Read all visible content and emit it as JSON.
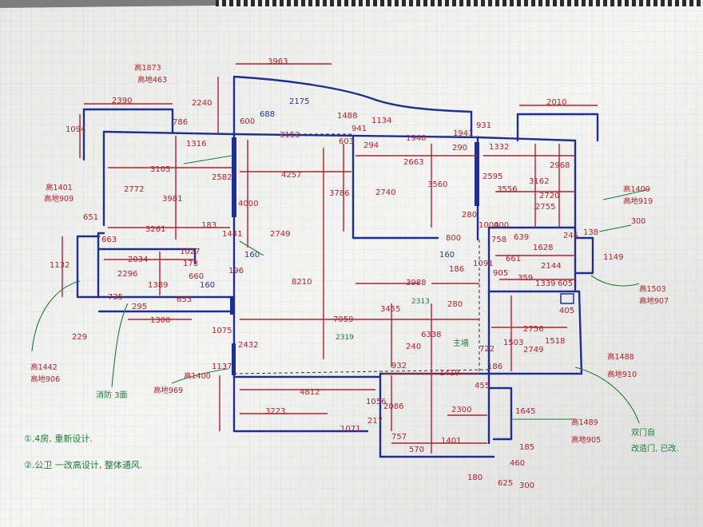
{
  "colors": {
    "wall": "#1f2f8f",
    "dim_red": "#b3202a",
    "dim_blue": "#24349a",
    "green": "#1f7a3a",
    "paper": "#f4f5f3",
    "grid": "#d6dbe0"
  },
  "top": {
    "d3963": "3963",
    "d2390": "2390",
    "d2010": "2010",
    "d2175": "2175",
    "gao1873": "高1873",
    "ditai463": "高地463"
  },
  "dims": {
    "d1094": "1094",
    "d786": "786",
    "d2240": "2240",
    "d600": "600",
    "d688": "688",
    "d1488": "1488",
    "d1134": "1134",
    "d941": "941",
    "d1940": "1940",
    "d1941": "1941",
    "d931": "931",
    "d3153": "3153",
    "d3105": "3105",
    "d1316": "1316",
    "d603": "603",
    "d294": "294",
    "d290": "290",
    "d1332": "1332",
    "d2968": "2968",
    "d2582": "2582",
    "d2663": "2663",
    "d2595": "2595",
    "d3162": "3162",
    "d3556": "3556",
    "d2772": "2772",
    "d4257": "4257",
    "d2740": "2740",
    "d3560": "3560",
    "d2720": "2720",
    "d2755": "2755",
    "d3981": "3981",
    "d4000": "4000",
    "d3786": "3786",
    "d280": "280",
    "d651": "651",
    "d3261": "3261",
    "d183": "183",
    "d1441": "1441",
    "d2749": "2749",
    "d800": "800",
    "d1000": "1000",
    "d400": "400",
    "d639": "639",
    "d245": "245",
    "d138": "138",
    "d663": "663",
    "d1027": "1027",
    "d758": "758",
    "d1628": "1628",
    "d2034": "2034",
    "d173": "173",
    "d160a": "160",
    "d160b": "160",
    "d661": "661",
    "d2144": "2144",
    "d1091": "1091",
    "d2296": "2296",
    "d660": "660",
    "d196": "196",
    "d186": "186",
    "d905": "905",
    "d359": "359",
    "d1339": "1339",
    "d605": "605",
    "d1389": "1389",
    "d160c": "160",
    "d8210": "8210",
    "d3988": "3988",
    "d653": "653",
    "d735": "735",
    "d295": "295",
    "d3455": "3455",
    "d2313": "2313",
    "d280b": "280",
    "d405": "405",
    "d1300": "1300",
    "d7059": "7059",
    "d6338": "6338",
    "d2756": "2756",
    "d1075": "1075",
    "d1503": "1503",
    "d1518": "1518",
    "d2749b": "2749",
    "d2319": "2319",
    "d240": "240",
    "d722": "722",
    "d2432": "2432",
    "d932": "932",
    "d1419": "1419",
    "d186b": "186",
    "d1137": "1137",
    "d455": "455",
    "d4812": "4812",
    "d1056": "1056",
    "d2086": "2086",
    "d2300": "2300",
    "d3223": "3223",
    "d1645": "1645",
    "d1071": "1071",
    "d217": "217",
    "d757": "757",
    "d570": "570",
    "d1401": "1401",
    "d185": "185",
    "d460": "460",
    "d180": "180",
    "d625": "625",
    "d300": "300",
    "d229": "229",
    "d1132": "1132",
    "d1149": "1149"
  },
  "notes": {
    "gao1401": "高1401",
    "ditai909": "高地909",
    "gao1442": "高1442",
    "ditai906": "高地906",
    "gao1400a": "高1400",
    "ditai969": "高地969",
    "gao1400b": "高1400",
    "ditai919": "高地919",
    "d300r": "300",
    "gao1503": "高1503",
    "ditai907": "高地907",
    "gao1488": "高1488",
    "ditai910": "高地910",
    "gao1489": "高1489",
    "ditai905": "高地905",
    "xiaochi": "消防 3面",
    "zhu": "主墙",
    "shuangkai": "双门自",
    "shuangkai2": "改造门, 已改.",
    "note1": "①.4房, 重新设计.",
    "note2": "②.公卫 一改高设计, 整体通风."
  }
}
